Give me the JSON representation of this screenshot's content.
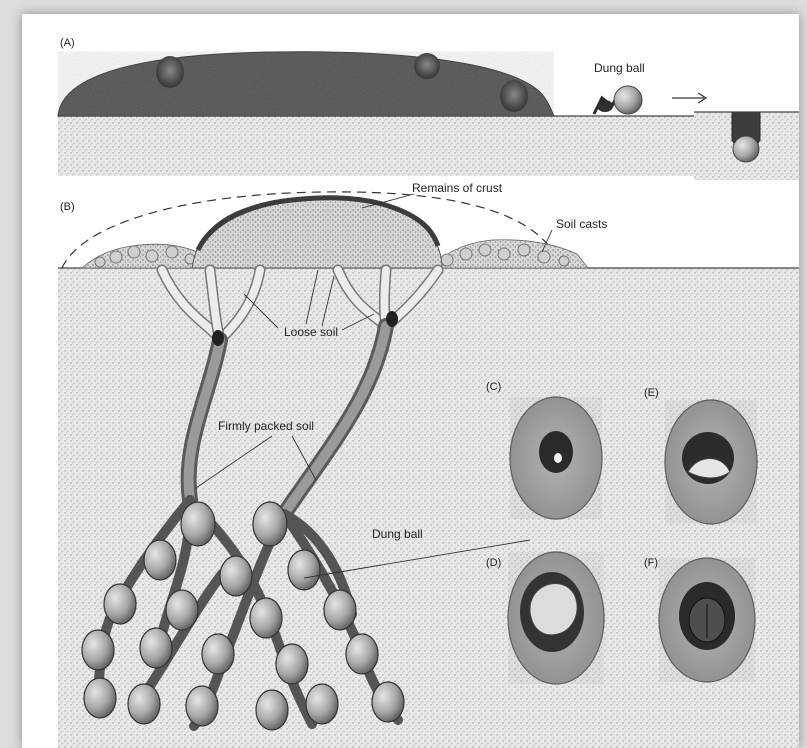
{
  "panels": {
    "a": "(A)",
    "b": "(B)",
    "c": "(C)",
    "d": "(D)",
    "e": "(E)",
    "f": "(F)"
  },
  "labels": {
    "dung_ball_top": "Dung ball",
    "remains_of_crust": "Remains of crust",
    "soil_casts": "Soil casts",
    "loose_soil": "Loose soil",
    "firmly_packed_soil": "Firmly packed soil",
    "dung_ball_bottom": "Dung ball"
  },
  "colors": {
    "ink": "#222222",
    "dung": "#5a5a5a",
    "soil": "#c8c8c8",
    "ball": "#8a8a8a",
    "cell": "#a9a9a9"
  }
}
